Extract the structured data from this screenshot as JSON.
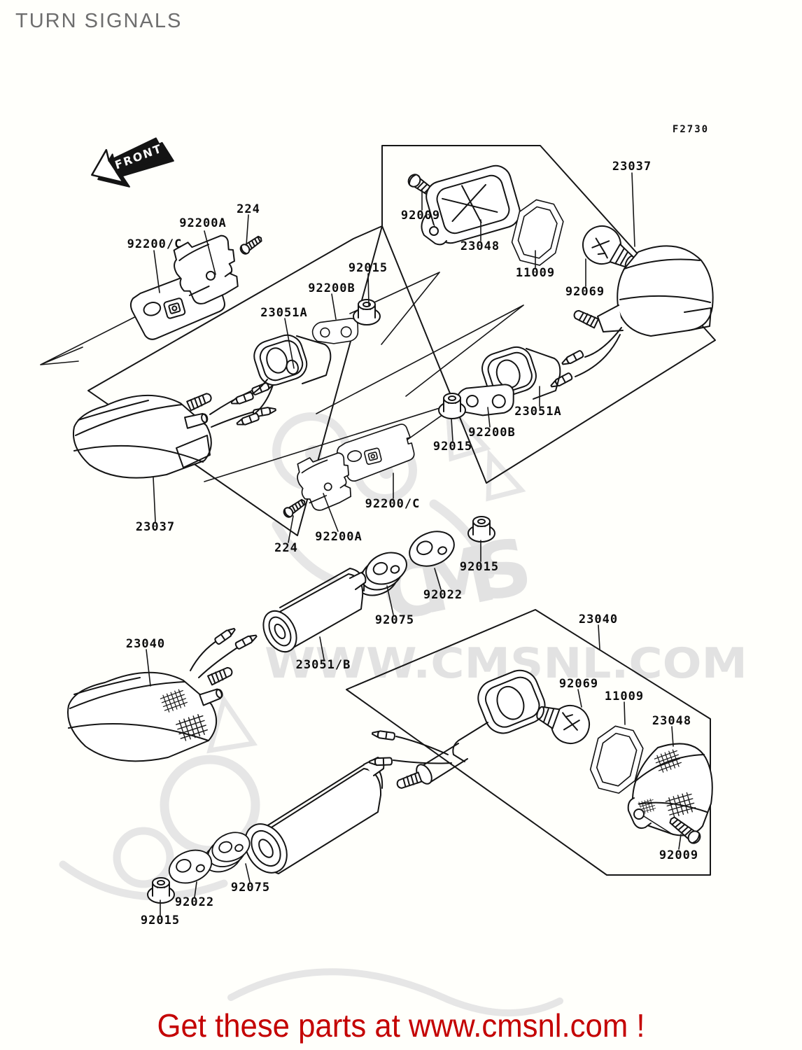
{
  "page": {
    "title": "TURN SIGNALS",
    "figure_code": "F2730",
    "front_label": "FRONT",
    "footer": "Get these parts at www.cmsnl.com !",
    "watermark_line": "WWW.CMSNL.COM",
    "watermark_cms": "CMS"
  },
  "colors": {
    "background": "#fffffb",
    "line": "#141414",
    "title_gray": "#6e6e6e",
    "footer_red": "#c40000",
    "watermark_gray": "#e2e2e2"
  },
  "part_labels": [
    {
      "text": "92200A"
    },
    {
      "text": "224"
    },
    {
      "text": "92200/C"
    },
    {
      "text": "92015"
    },
    {
      "text": "92200B"
    },
    {
      "text": "23051A"
    },
    {
      "text": "92009"
    },
    {
      "text": "23048"
    },
    {
      "text": "11009"
    },
    {
      "text": "92069"
    },
    {
      "text": "23037"
    },
    {
      "text": "23051A"
    },
    {
      "text": "92200B"
    },
    {
      "text": "92015"
    },
    {
      "text": "92200/C"
    },
    {
      "text": "92200A"
    },
    {
      "text": "224"
    },
    {
      "text": "92015"
    },
    {
      "text": "92022"
    },
    {
      "text": "92075"
    },
    {
      "text": "23051/B"
    },
    {
      "text": "23040"
    },
    {
      "text": "23040"
    },
    {
      "text": "92069"
    },
    {
      "text": "11009"
    },
    {
      "text": "23048"
    },
    {
      "text": "92009"
    },
    {
      "text": "92075"
    },
    {
      "text": "92022"
    },
    {
      "text": "92015"
    },
    {
      "text": "23037"
    },
    {
      "text": "F2730"
    }
  ]
}
